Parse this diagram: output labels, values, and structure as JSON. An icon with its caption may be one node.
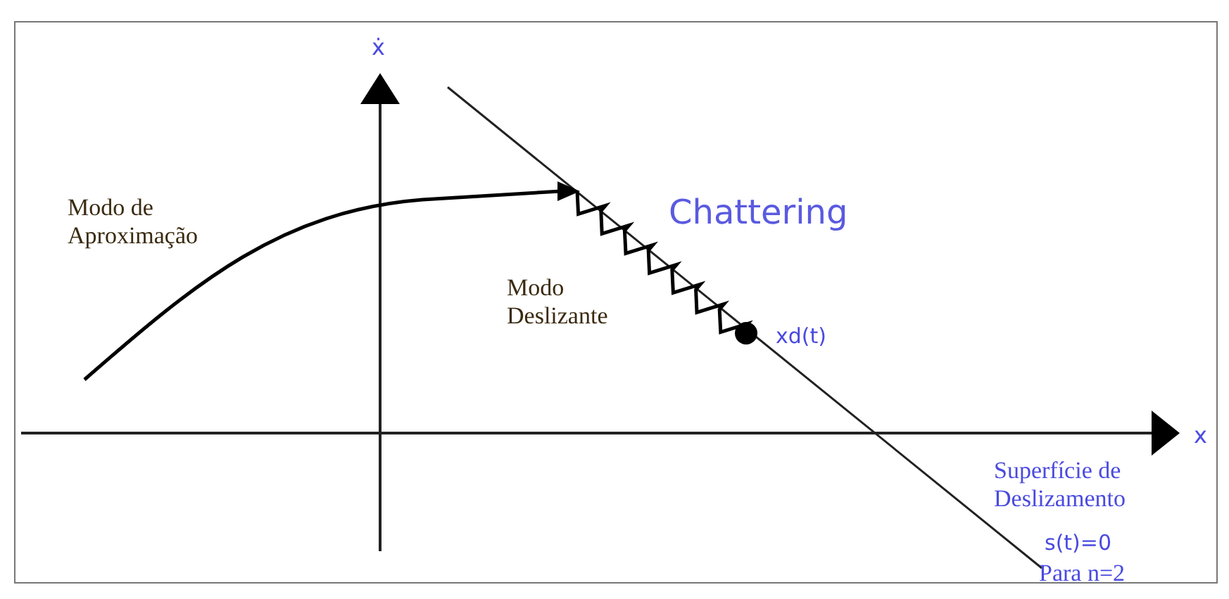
{
  "diagram": {
    "labels": [
      "ẋ",
      "Modo de Aproximação",
      "Chattering",
      "Modo Deslizante",
      "xd(t)",
      "x",
      "Superfície de Deslizamento",
      "s(t)=0",
      "Para n=2"
    ]
  }
}
